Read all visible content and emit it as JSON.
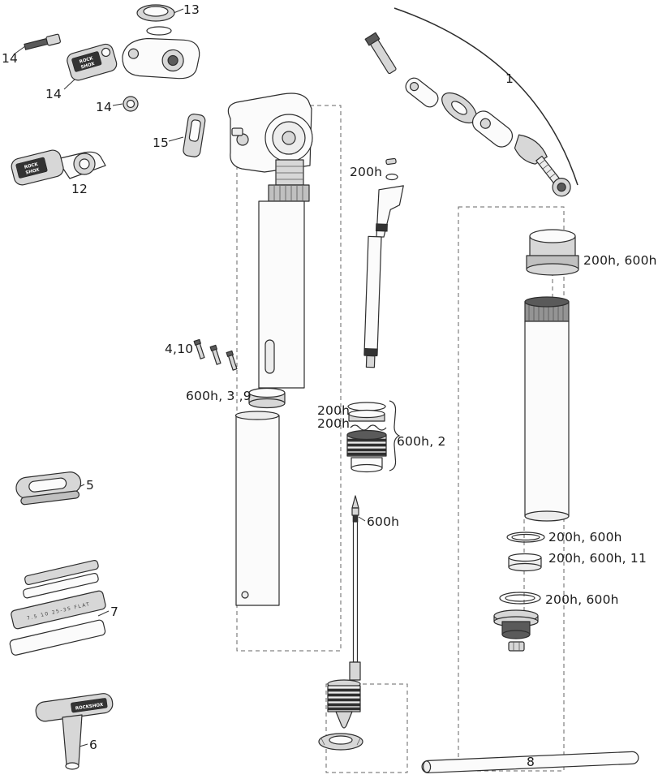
{
  "labels": [
    {
      "id": "13",
      "text": "13"
    },
    {
      "id": "14-hose-barb",
      "text": "14"
    },
    {
      "id": "14-lever-clamp",
      "text": "14"
    },
    {
      "id": "14-nut",
      "text": "14"
    },
    {
      "id": "15",
      "text": "15"
    },
    {
      "id": "12",
      "text": "12"
    },
    {
      "id": "1",
      "text": "1"
    },
    {
      "id": "200h-top",
      "text": "200h"
    },
    {
      "id": "200h-600h-collar",
      "text": "200h, 600h"
    },
    {
      "id": "4-10",
      "text": "4,10"
    },
    {
      "id": "600h-3-9",
      "text": "600h, 3 ,9"
    },
    {
      "id": "200h-seal-a",
      "text": "200h"
    },
    {
      "id": "200h-seal-b",
      "text": "200h"
    },
    {
      "id": "600h-2",
      "text": "600h, 2"
    },
    {
      "id": "5",
      "text": "5"
    },
    {
      "id": "600h-shaft",
      "text": "600h"
    },
    {
      "id": "200h-600h-oring-a",
      "text": "200h, 600h"
    },
    {
      "id": "200h-600h-11",
      "text": "200h, 600h, 11"
    },
    {
      "id": "200h-600h-oring-b",
      "text": "200h, 600h"
    },
    {
      "id": "7",
      "text": "7"
    },
    {
      "id": "6",
      "text": "6"
    },
    {
      "id": "8",
      "text": "8"
    }
  ],
  "markings": {
    "brand_top": "ROCK",
    "brand_bottom": "SHOX",
    "brand": "ROCKSHOX",
    "shim": "7.5 10 25-35 FLAT"
  }
}
